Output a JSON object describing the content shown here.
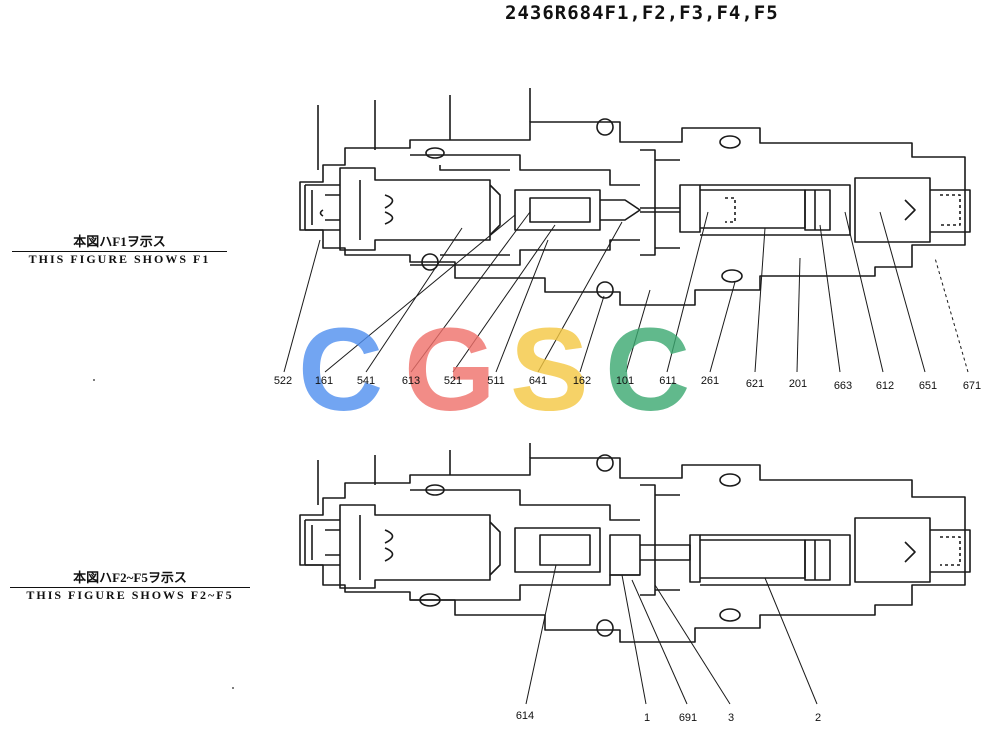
{
  "title": "2436R684F1,F2,F3,F4,F5",
  "captions": {
    "top": {
      "jp": "本図ハF1ヲ示ス",
      "en": "THIS FIGURE SHOWS F1"
    },
    "bottom": {
      "jp": "本図ハF2~F5ヲ示ス",
      "en": "THIS FIGURE SHOWS F2~F5"
    }
  },
  "watermark": {
    "letters": [
      "C",
      "G",
      "S",
      "C"
    ],
    "colors": [
      "#4f8ff0",
      "#f0706a",
      "#f5c842",
      "#3aa870"
    ]
  },
  "top_labels": [
    "522",
    "161",
    "541",
    "613",
    "521",
    "511",
    "641",
    "162",
    "101",
    "611",
    "261",
    "621",
    "201",
    "663",
    "612",
    "651",
    "671"
  ],
  "bottom_labels": [
    "614",
    "1",
    "691",
    "3",
    "2"
  ]
}
